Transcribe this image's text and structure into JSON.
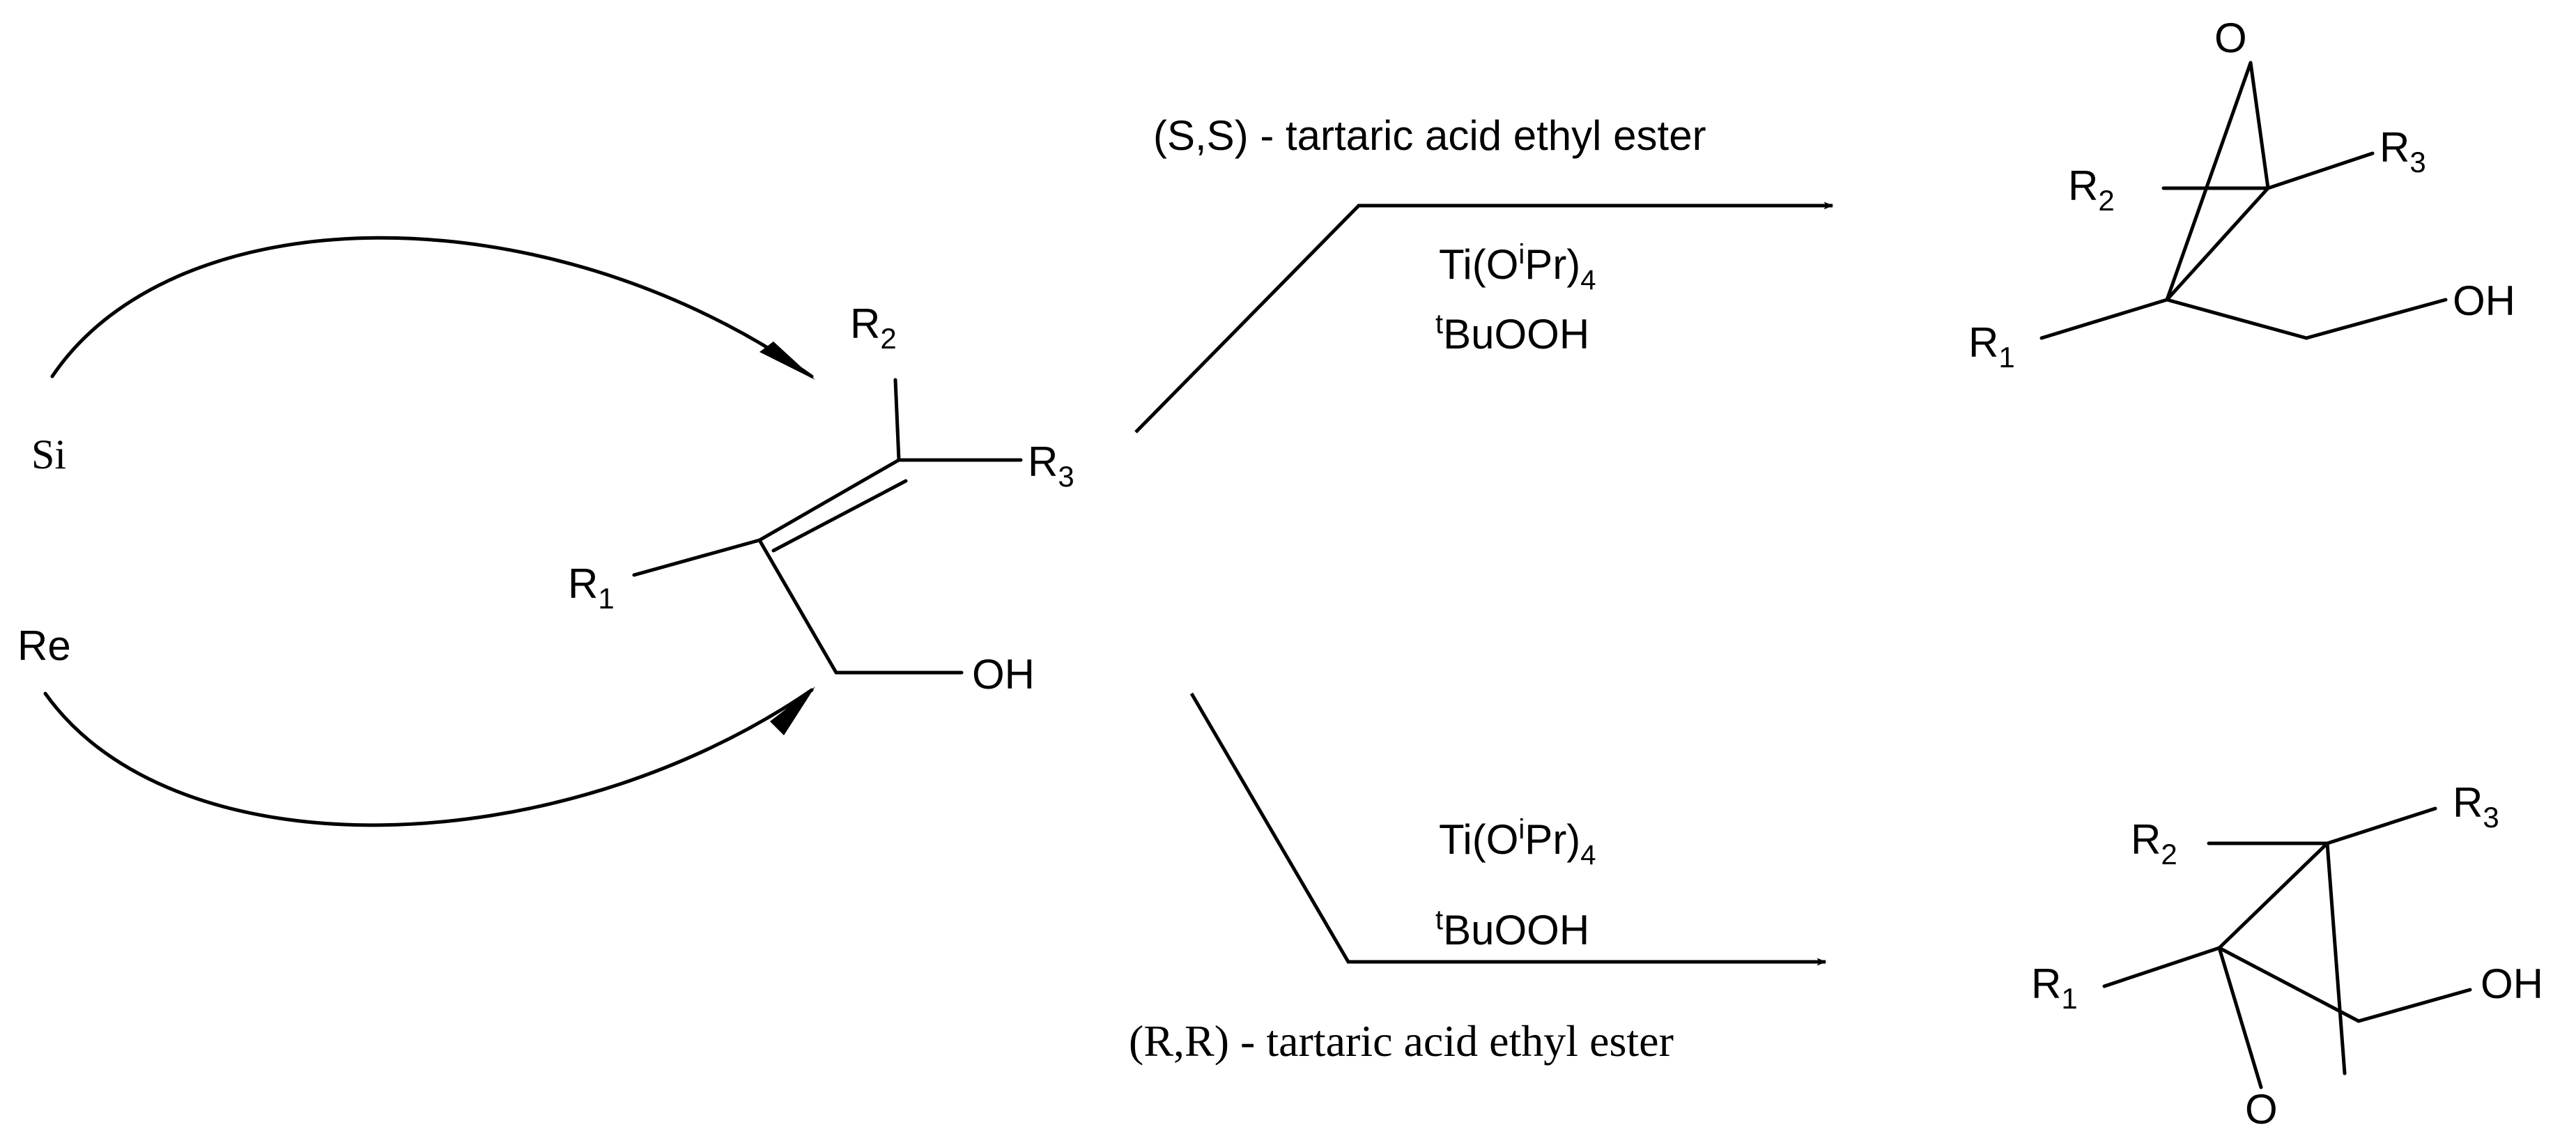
{
  "faces": {
    "si": "Si",
    "re": "Re"
  },
  "substituents": {
    "r1": "R",
    "r2": "R",
    "r3": "R",
    "sub1": "1",
    "sub2": "2",
    "sub3": "3",
    "oh": "OH",
    "o": "O"
  },
  "reagents": {
    "top_ligand": "(S,S) - tartaric acid ethyl ester",
    "bottom_ligand": "(R,R) - tartaric acid ethyl ester",
    "ti_base": "Ti(O",
    "ti_sup": "i",
    "ti_mid": "Pr)",
    "ti_sub": "4",
    "oxidant_sup": "t",
    "oxidant_base": "BuOOH"
  }
}
